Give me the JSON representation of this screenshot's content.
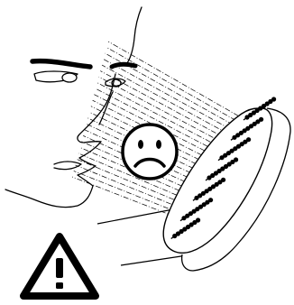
{
  "figure": {
    "background_color": "#ffffff",
    "line_color": "#000000",
    "elements": [
      "face-profile-outline",
      "spray-lines",
      "showerhead",
      "sad-face-icon",
      "warning-triangle-icon"
    ]
  }
}
